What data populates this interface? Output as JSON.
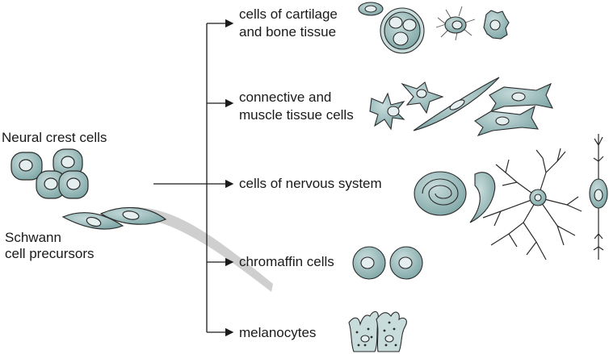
{
  "source": {
    "neural_crest_label": "Neural crest cells",
    "schwann_label_line1": "Schwann",
    "schwann_label_line2": "cell precursors"
  },
  "branches": [
    {
      "line1": "cells of cartilage",
      "line2": "and bone tissue"
    },
    {
      "line1": "connective and",
      "line2": "muscle tissue cells"
    },
    {
      "line1": "cells of nervous system",
      "line2": ""
    },
    {
      "line1": "chromaffin cells",
      "line2": ""
    },
    {
      "line1": "melanocytes",
      "line2": ""
    }
  ],
  "colors": {
    "cell_fill": "#8fb3b3",
    "cell_light": "#c9dcdc",
    "nucleus_fill": "#e6efef",
    "outline": "#2a2a2a",
    "nerve_band": "#c8c8c8",
    "arrow": "#1a1a1a"
  },
  "icons": {
    "cartilage_bone": "chondrocyte-osteocyte-icons",
    "connective_muscle": "fibroblast-muscle-cell-icons",
    "nervous": "glia-neuron-icons",
    "chromaffin": "round-cell-icons",
    "melanocyte": "pigmented-cell-icons"
  }
}
